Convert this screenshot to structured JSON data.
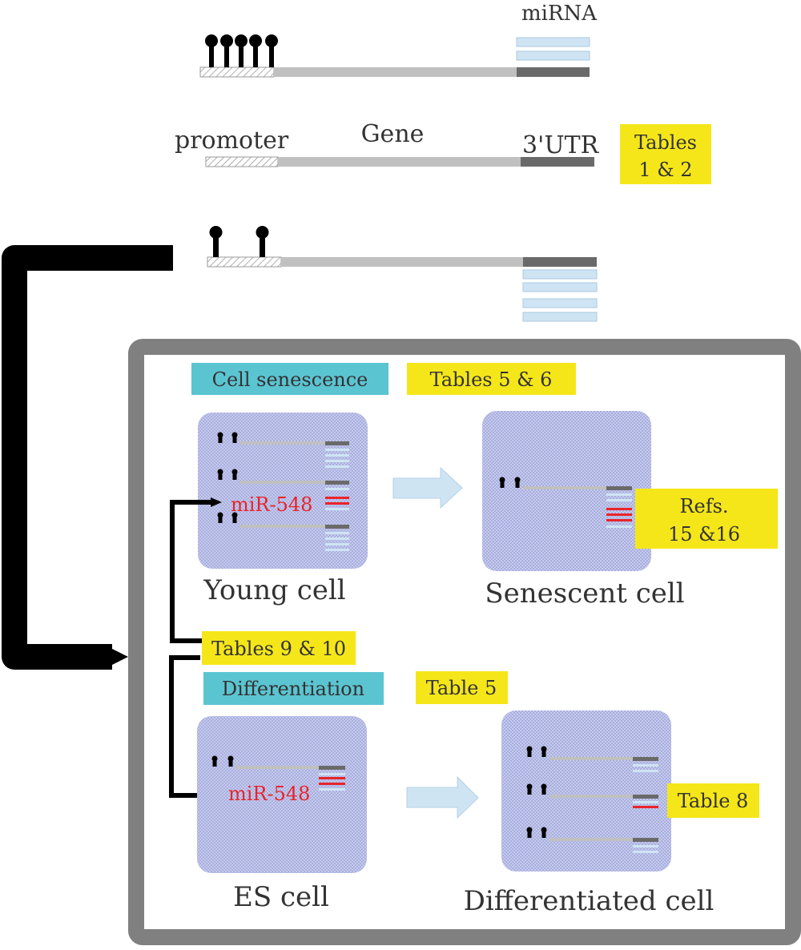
{
  "top_labels": {
    "mirna": "miRNA",
    "promoter": "promoter",
    "gene": "Gene",
    "utr": "3'UTR"
  },
  "tags": {
    "tables_1_2_line1": "Tables",
    "tables_1_2_line2": "1 & 2",
    "cell_senescence": "Cell senescence",
    "tables_5_6": "Tables 5 & 6",
    "refs_line1": "Refs.",
    "refs_line2": "15 &16",
    "tables_9_10": "Tables 9 & 10",
    "differentiation": "Differentiation",
    "table_5": "Table 5",
    "table_8": "Table 8"
  },
  "cells": {
    "young": "Young cell",
    "senescent": "Senescent cell",
    "es": "ES cell",
    "differentiated": "Differentiated cell"
  },
  "mirna_labels": {
    "young": "miR-548",
    "es": "miR-548"
  },
  "colors": {
    "yellow_tag": "#f5e61a",
    "cyan_tag": "#5bc4d1",
    "frame_gray": "#808080",
    "gene_gray": "#c0c0c0",
    "utr_dark": "#6a6a6a",
    "mirna_light_blue": "#cfe4f3",
    "mir548_red": "#e8242a",
    "cell_lavender": "#b9bfe6"
  }
}
